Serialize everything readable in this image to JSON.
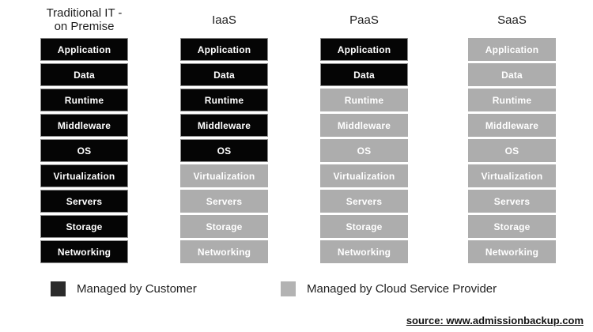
{
  "diagram": {
    "columns": [
      {
        "title_lines": [
          "Traditional IT -",
          "on Premise"
        ],
        "layers": [
          {
            "label": "Application",
            "managed_by": "customer"
          },
          {
            "label": "Data",
            "managed_by": "customer"
          },
          {
            "label": "Runtime",
            "managed_by": "customer"
          },
          {
            "label": "Middleware",
            "managed_by": "customer"
          },
          {
            "label": "OS",
            "managed_by": "customer"
          },
          {
            "label": "Virtualization",
            "managed_by": "customer"
          },
          {
            "label": "Servers",
            "managed_by": "customer"
          },
          {
            "label": "Storage",
            "managed_by": "customer"
          },
          {
            "label": "Networking",
            "managed_by": "customer"
          }
        ]
      },
      {
        "title_lines": [
          "IaaS"
        ],
        "layers": [
          {
            "label": "Application",
            "managed_by": "customer"
          },
          {
            "label": "Data",
            "managed_by": "customer"
          },
          {
            "label": "Runtime",
            "managed_by": "customer"
          },
          {
            "label": "Middleware",
            "managed_by": "customer"
          },
          {
            "label": "OS",
            "managed_by": "customer"
          },
          {
            "label": "Virtualization",
            "managed_by": "provider"
          },
          {
            "label": "Servers",
            "managed_by": "provider"
          },
          {
            "label": "Storage",
            "managed_by": "provider"
          },
          {
            "label": "Networking",
            "managed_by": "provider"
          }
        ]
      },
      {
        "title_lines": [
          "PaaS"
        ],
        "layers": [
          {
            "label": "Application",
            "managed_by": "customer"
          },
          {
            "label": "Data",
            "managed_by": "customer"
          },
          {
            "label": "Runtime",
            "managed_by": "provider"
          },
          {
            "label": "Middleware",
            "managed_by": "provider"
          },
          {
            "label": "OS",
            "managed_by": "provider"
          },
          {
            "label": "Virtualization",
            "managed_by": "provider"
          },
          {
            "label": "Servers",
            "managed_by": "provider"
          },
          {
            "label": "Storage",
            "managed_by": "provider"
          },
          {
            "label": "Networking",
            "managed_by": "provider"
          }
        ]
      },
      {
        "title_lines": [
          "SaaS"
        ],
        "layers": [
          {
            "label": "Application",
            "managed_by": "provider"
          },
          {
            "label": "Data",
            "managed_by": "provider"
          },
          {
            "label": "Runtime",
            "managed_by": "provider"
          },
          {
            "label": "Middleware",
            "managed_by": "provider"
          },
          {
            "label": "OS",
            "managed_by": "provider"
          },
          {
            "label": "Virtualization",
            "managed_by": "provider"
          },
          {
            "label": "Servers",
            "managed_by": "provider"
          },
          {
            "label": "Storage",
            "managed_by": "provider"
          },
          {
            "label": "Networking",
            "managed_by": "provider"
          }
        ]
      }
    ]
  },
  "legend": [
    {
      "label": "Managed by Customer",
      "color": "#2b2b2b"
    },
    {
      "label": "Managed by Cloud Service Provider",
      "color": "#b3b3b3"
    }
  ],
  "source": {
    "text": "source: www.admissionbackup.com"
  },
  "colors": {
    "customer_box": "#050505",
    "provider_box": "#adadad"
  }
}
